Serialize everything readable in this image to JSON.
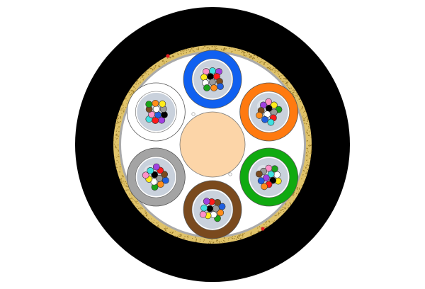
{
  "diagram": {
    "colors": {
      "background": "#ffffff",
      "outer_jacket": "#000000",
      "armor_band": "#e0c36a",
      "armor_speckle": "#9a7b2a",
      "inner_sheath": "#ffffff",
      "inner_sheath_rim": "#aaaaaa",
      "rip_cord": "#e02020",
      "central_strength_member": "#fcd5a8",
      "gel": "#c9d1dc"
    },
    "fiber_color_code": [
      "#1f5fe0",
      "#ff8c1a",
      "#1aa31a",
      "#7a4a1e",
      "#9a9a9a",
      "#ffffff",
      "#ff1a1a",
      "#000000",
      "#ffeb1a",
      "#a040e0",
      "#ff90c8",
      "#40e0e0"
    ],
    "tubes": [
      {
        "name": "blue",
        "color": "#1060f0",
        "fibers": [
          "#ff90c8",
          "#40e0e0",
          "#a040e0",
          "#ffeb1a",
          "#000000",
          "#ff1a1a",
          "#ffffff",
          "#9a9a9a",
          "#7a4a1e",
          "#1aa31a",
          "#ff8c1a",
          "#1f5fe0"
        ]
      },
      {
        "name": "orange",
        "color": "#ff7a10",
        "fibers": [
          "#ff90c8",
          "#ffeb1a",
          "#1aa31a",
          "#a040e0",
          "#000000",
          "#9a9a9a",
          "#7a4a1e",
          "#ffffff",
          "#ff1a1a",
          "#ff8c1a",
          "#1f5fe0",
          "#40e0e0"
        ]
      },
      {
        "name": "green",
        "color": "#10aa10",
        "fibers": [
          "#1aa31a",
          "#ffffff",
          "#ffeb1a",
          "#ff90c8",
          "#40e0e0",
          "#000000",
          "#9a9a9a",
          "#a040e0",
          "#ff1a1a",
          "#7a4a1e",
          "#1f5fe0",
          "#ff8c1a"
        ]
      },
      {
        "name": "brown",
        "color": "#7a4a1e",
        "fibers": [
          "#1f5fe0",
          "#ff8c1a",
          "#1aa31a",
          "#7a4a1e",
          "#9a9a9a",
          "#ffffff",
          "#ff1a1a",
          "#000000",
          "#ffeb1a",
          "#a040e0",
          "#40e0e0",
          "#ff90c8"
        ]
      },
      {
        "name": "slate",
        "color": "#a4a4a4",
        "fibers": [
          "#1f5fe0",
          "#ff8c1a",
          "#1aa31a",
          "#7a4a1e",
          "#9a9a9a",
          "#ffffff",
          "#ff1a1a",
          "#000000",
          "#ffeb1a",
          "#a040e0",
          "#40e0e0",
          "#ff90c8"
        ]
      },
      {
        "name": "white",
        "color": "#ffffff",
        "fibers": [
          "#a040e0",
          "#ff1a1a",
          "#40e0e0",
          "#000000",
          "#1f5fe0",
          "#ff90c8",
          "#9a9a9a",
          "#ffffff",
          "#7a4a1e",
          "#ffeb1a",
          "#ff8c1a",
          "#1aa31a"
        ]
      }
    ]
  }
}
